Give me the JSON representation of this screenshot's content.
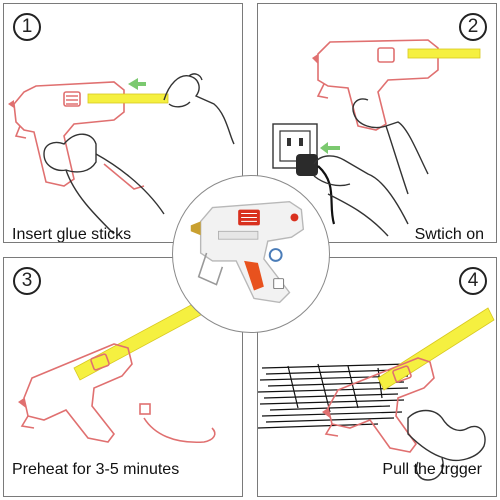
{
  "steps": [
    {
      "number": "1",
      "caption": "Insert glue sticks"
    },
    {
      "number": "2",
      "caption": "Swtich on"
    },
    {
      "number": "3",
      "caption": "Preheat for 3-5 minutes"
    },
    {
      "number": "4",
      "caption": "Pull the trgger"
    }
  ],
  "colors": {
    "gun_outline": "#e07070",
    "glue_stick": "#f5f040",
    "arrow": "#7bc96f",
    "hand_outline": "#333333",
    "panel_border": "#7a7a7a",
    "trigger": "#e8521e"
  },
  "icons": [
    "glue-gun",
    "hand",
    "power-outlet",
    "power-plug",
    "arrow-left"
  ]
}
